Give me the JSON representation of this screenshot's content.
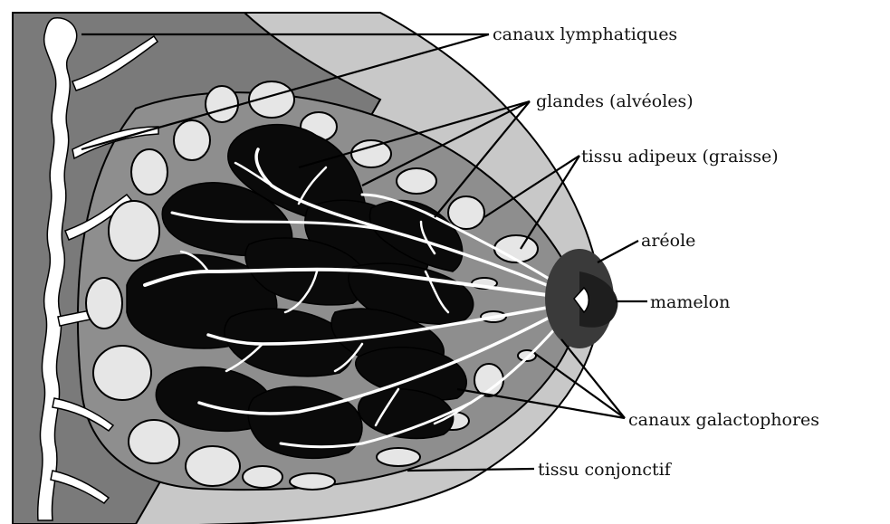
{
  "labels": {
    "lymphatic": "canaux lymphatiques",
    "glands": "glandes (alvéoles)",
    "adipose": "tissu adipeux (graisse)",
    "areola": "aréole",
    "nipple": "mamelon",
    "ducts": "canaux galactophores",
    "connective": "tissu conjonctif"
  },
  "colors": {
    "chest_wall": "#7a7a7a",
    "outer_fat": "#c8c8c8",
    "connective": "#8e8e8e",
    "lobes": "#0a0a0a",
    "fat_lobules": "#e6e6e6",
    "areola": "#3a3a3a",
    "nipple": "#ffffff"
  }
}
